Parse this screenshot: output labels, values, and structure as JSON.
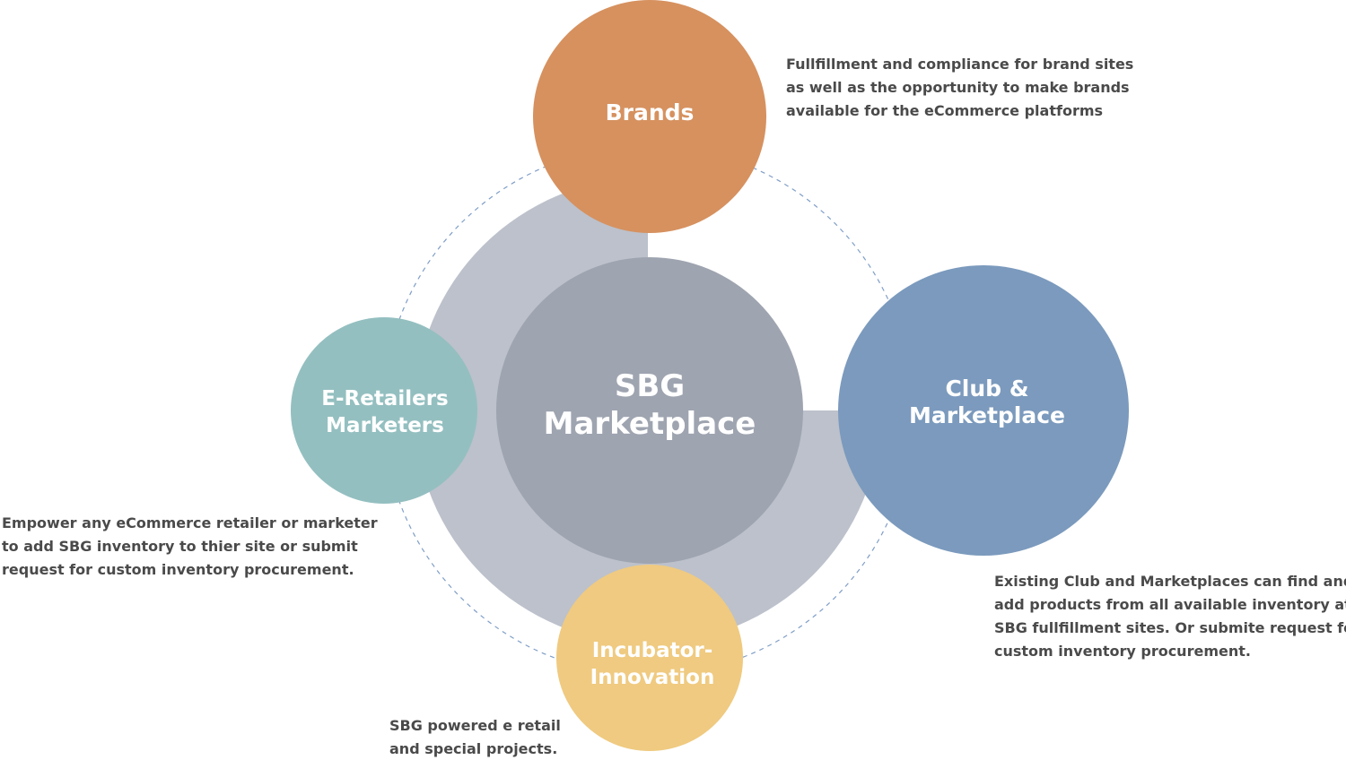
{
  "colors": {
    "ring": "#bcc1cb",
    "center": "#9ea4b0",
    "brands": "#d6915f",
    "club": "#7b9abd",
    "eretailers": "#94bfc0",
    "incubator": "#efca80",
    "dashed": "#7f9ec7",
    "text": "#4a4a4a"
  },
  "center": {
    "line1": "SBG",
    "line2": "Marketplace"
  },
  "brands": {
    "label": "Brands",
    "description": [
      "Fullfillment and compliance for brand sites",
      "as well as the opportunity to make brands",
      "available for the eCommerce platforms"
    ]
  },
  "club": {
    "line1": "Club &",
    "line2": "Marketplace",
    "description": [
      "Existing Club and Marketplaces can find and",
      "add products from all available inventory at",
      "SBG fullfillment sites. Or submite request for",
      "custom inventory procurement."
    ]
  },
  "eretailers": {
    "line1": "E-Retailers",
    "line2": "Marketers",
    "description": [
      "Empower any eCommerce retailer or marketer",
      "to add SBG inventory to thier site or submit",
      "request for custom inventory procurement."
    ]
  },
  "incubator": {
    "line1": "Incubator-",
    "line2": "Innovation",
    "description": [
      "SBG powered e retail",
      "and special projects."
    ]
  }
}
